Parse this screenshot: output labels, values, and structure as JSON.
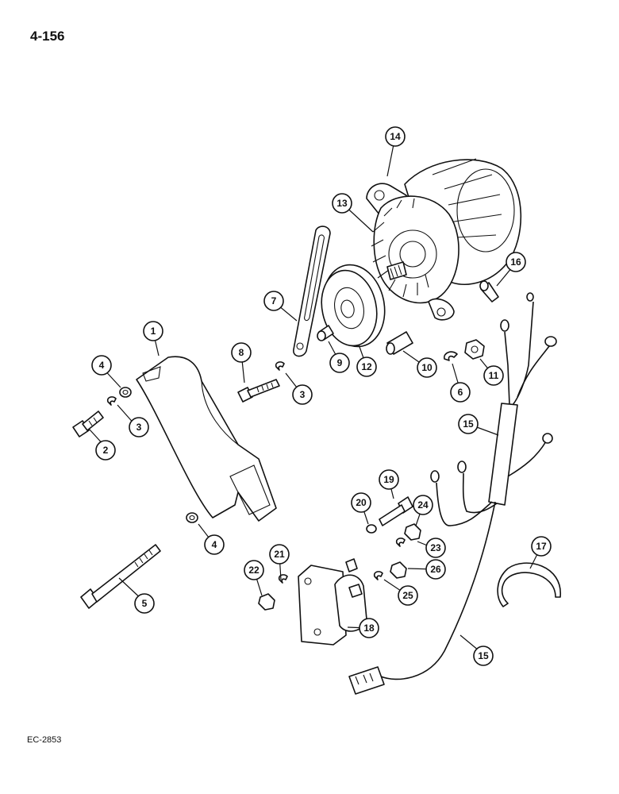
{
  "page": {
    "number": "4-156",
    "drawing_code": "EC-2853"
  },
  "callouts": [
    {
      "id": "c1",
      "label": "1"
    },
    {
      "id": "c2",
      "label": "2"
    },
    {
      "id": "c3a",
      "label": "3"
    },
    {
      "id": "c3b",
      "label": "3"
    },
    {
      "id": "c4a",
      "label": "4"
    },
    {
      "id": "c4b",
      "label": "4"
    },
    {
      "id": "c5",
      "label": "5"
    },
    {
      "id": "c6",
      "label": "6"
    },
    {
      "id": "c7",
      "label": "7"
    },
    {
      "id": "c8",
      "label": "8"
    },
    {
      "id": "c9",
      "label": "9"
    },
    {
      "id": "c10",
      "label": "10"
    },
    {
      "id": "c11",
      "label": "11"
    },
    {
      "id": "c12",
      "label": "12"
    },
    {
      "id": "c13",
      "label": "13"
    },
    {
      "id": "c14",
      "label": "14"
    },
    {
      "id": "c15a",
      "label": "15"
    },
    {
      "id": "c15b",
      "label": "15"
    },
    {
      "id": "c16",
      "label": "16"
    },
    {
      "id": "c17",
      "label": "17"
    },
    {
      "id": "c18",
      "label": "18"
    },
    {
      "id": "c19",
      "label": "19"
    },
    {
      "id": "c20",
      "label": "20"
    },
    {
      "id": "c21",
      "label": "21"
    },
    {
      "id": "c22",
      "label": "22"
    },
    {
      "id": "c23",
      "label": "23"
    },
    {
      "id": "c24",
      "label": "24"
    },
    {
      "id": "c25",
      "label": "25"
    },
    {
      "id": "c26",
      "label": "26"
    }
  ]
}
